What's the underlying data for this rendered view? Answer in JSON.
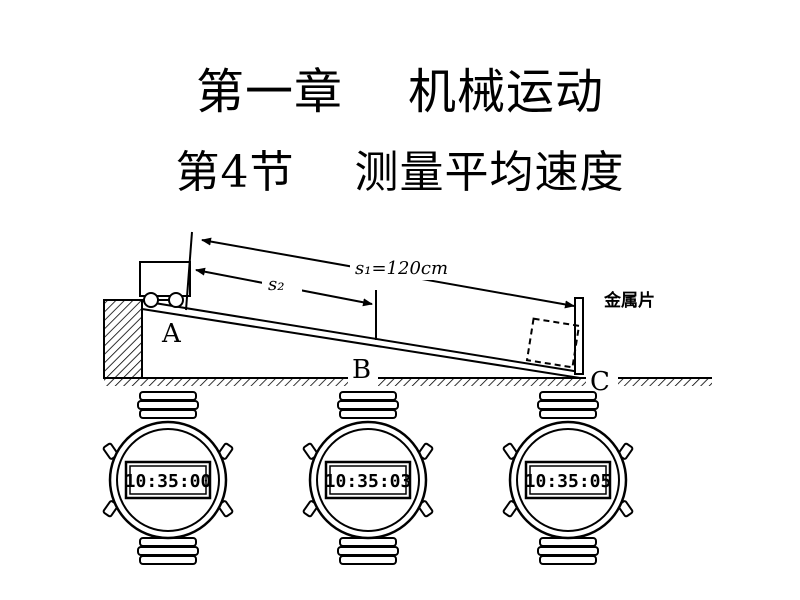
{
  "heading": {
    "chapter": "第一章    机械运动",
    "section": "第4节    测量平均速度"
  },
  "diagram": {
    "distance_s1": "s₁=120cm",
    "distance_s2": "s₂",
    "metal_label": "金属片",
    "point_a": "A",
    "point_b": "B",
    "point_c": "C"
  },
  "stopwatches": [
    {
      "time": "10:35:00"
    },
    {
      "time": "10:35:03"
    },
    {
      "time": "10:35:05"
    }
  ]
}
